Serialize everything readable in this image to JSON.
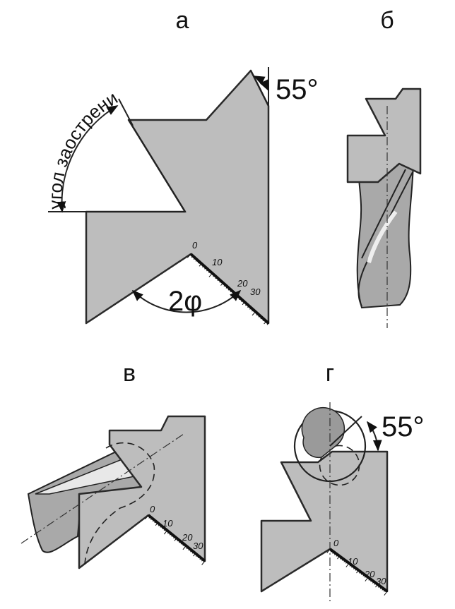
{
  "panels": {
    "a": {
      "label": "а",
      "side_text": "угол заострения",
      "top_angle": "55°",
      "bottom_angle": "2φ",
      "scale_ticks": [
        "0",
        "10",
        "20",
        "30"
      ]
    },
    "b": {
      "label": "б"
    },
    "v": {
      "label": "в",
      "scale_ticks": [
        "0",
        "10",
        "20",
        "30"
      ]
    },
    "g": {
      "label": "г",
      "top_angle": "55°",
      "scale_ticks": [
        "0",
        "10",
        "20",
        "30"
      ]
    }
  }
}
